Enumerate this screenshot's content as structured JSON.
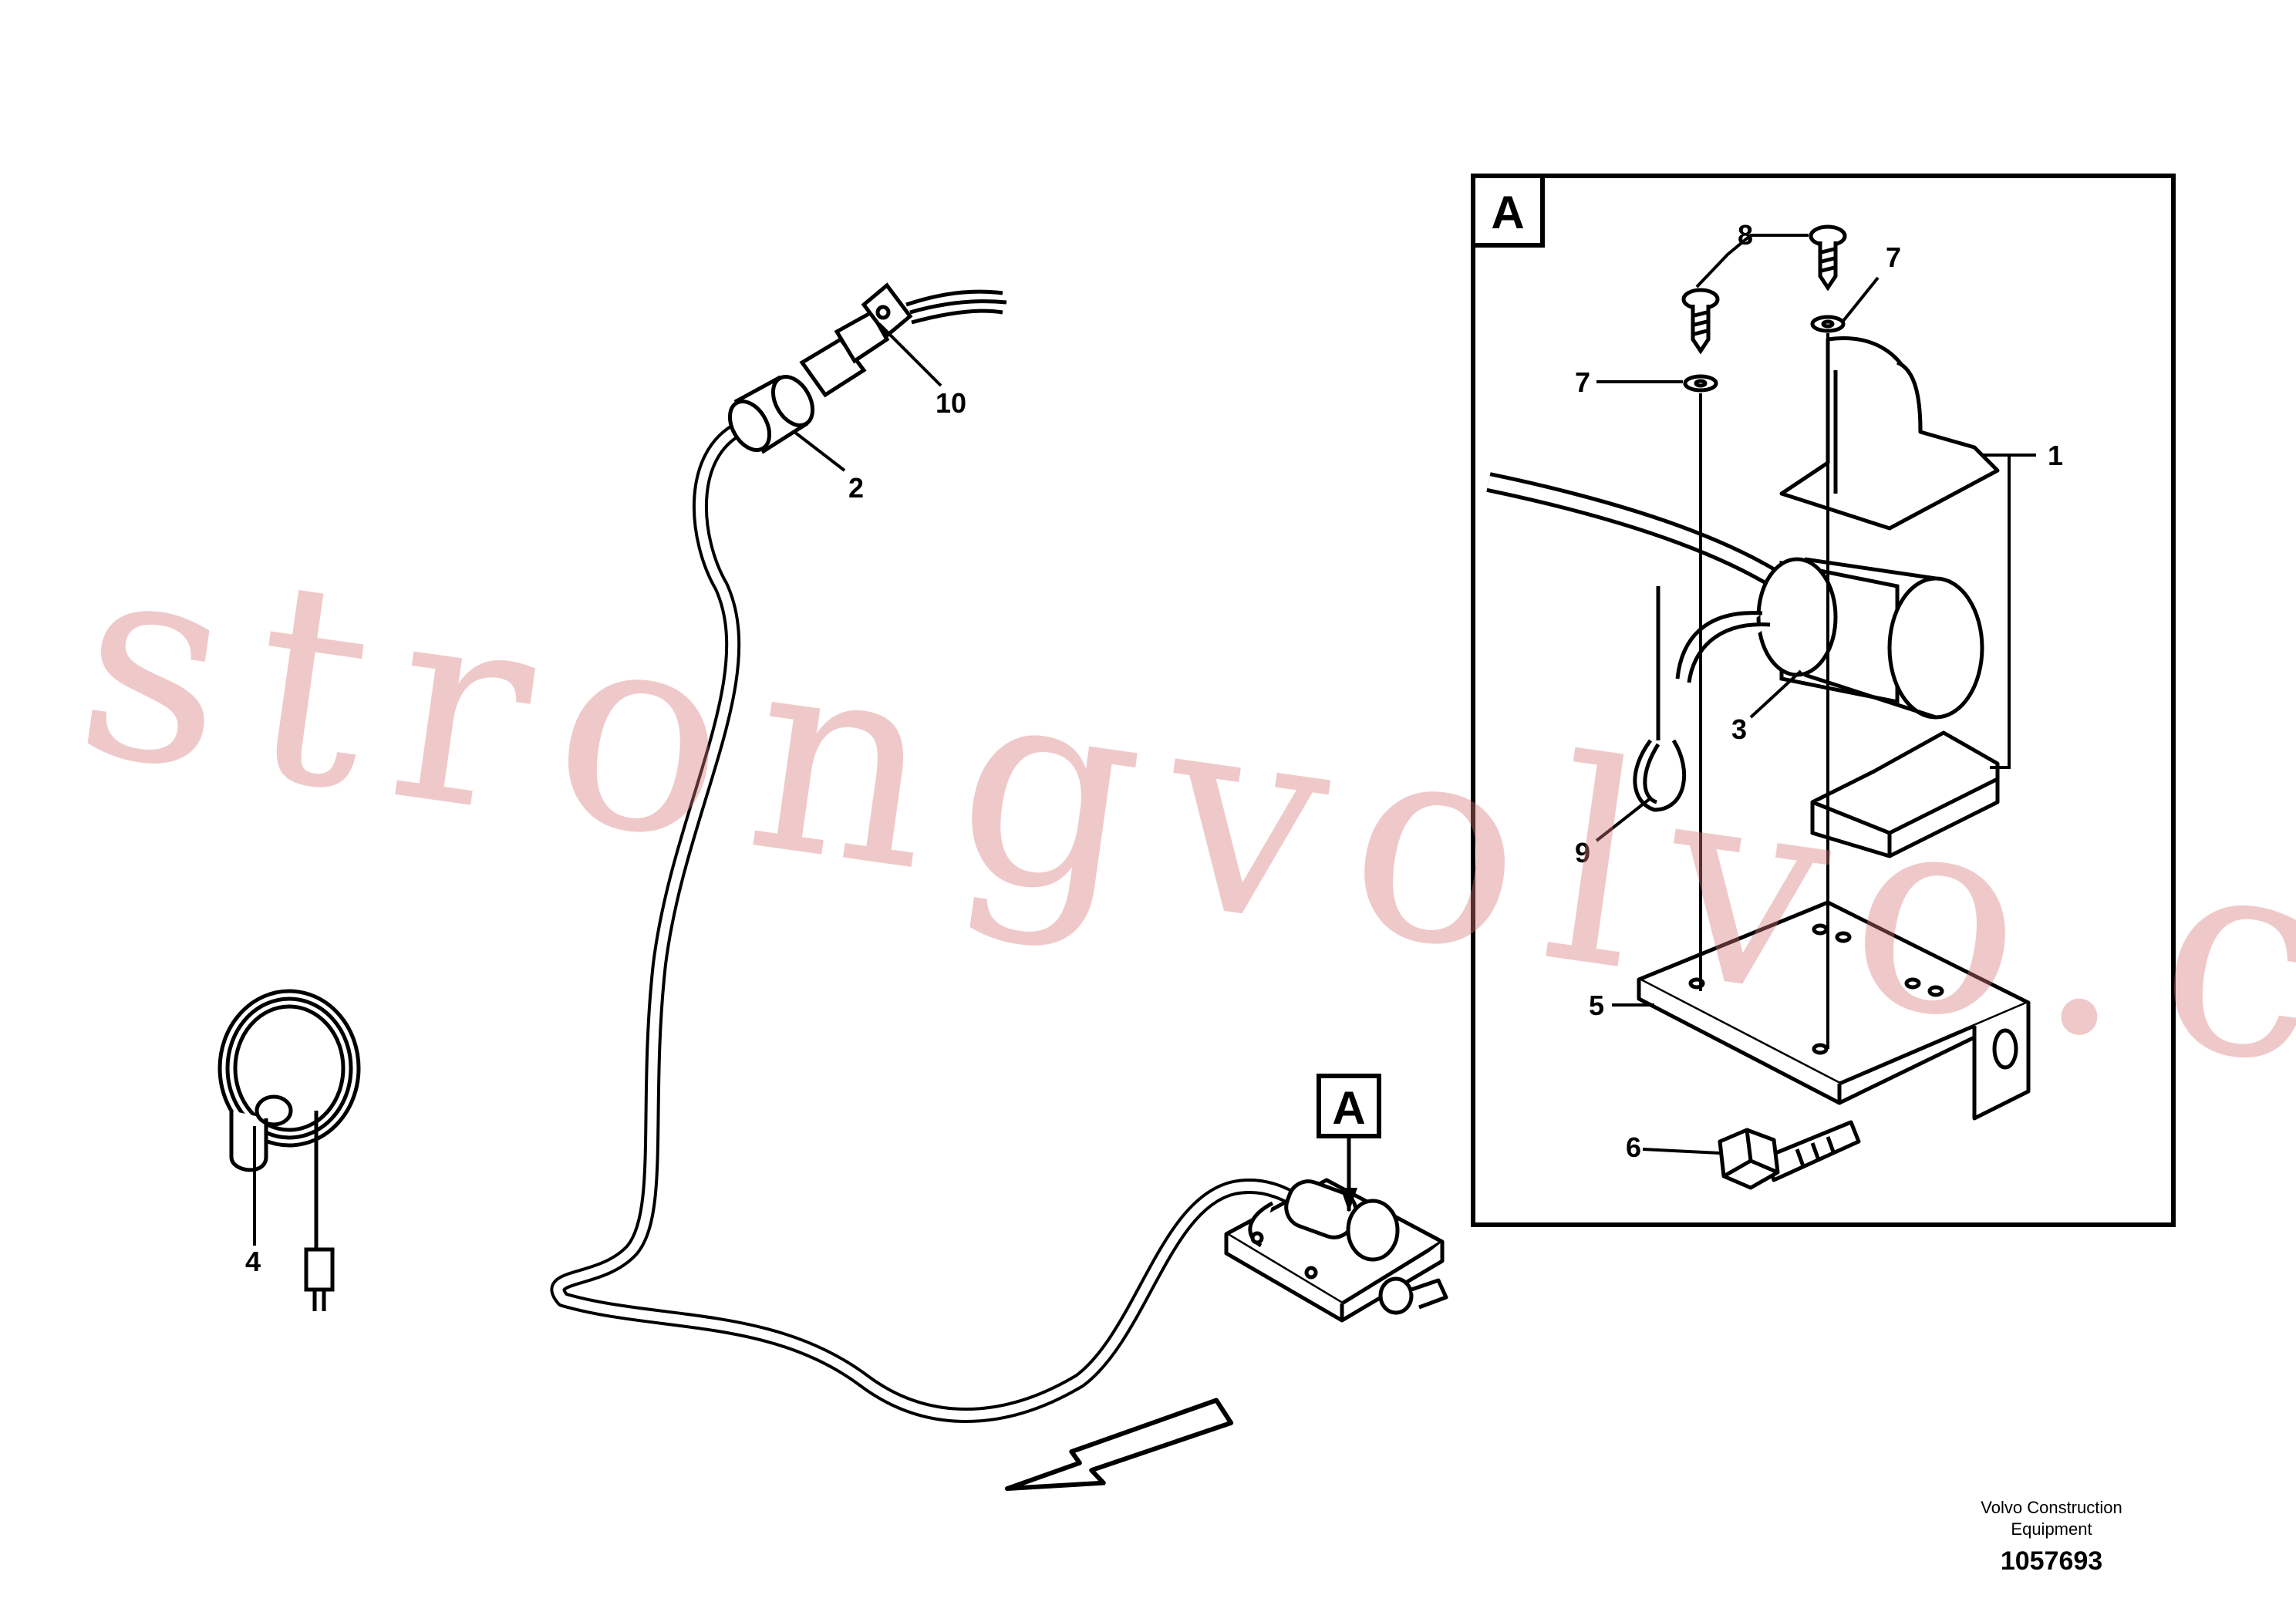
{
  "callouts": {
    "c1": "1",
    "c2": "2",
    "c3": "3",
    "c4": "4",
    "c5": "5",
    "c6": "6",
    "c7a": "7",
    "c7b": "7",
    "c8": "8",
    "c9": "9",
    "c10": "10"
  },
  "detail": {
    "box_label": "A",
    "ref_label": "A"
  },
  "watermark": "strongvolvo.com",
  "footer": {
    "company_line1": "Volvo Construction",
    "company_line2": "Equipment",
    "drawing_number": "1057693"
  }
}
